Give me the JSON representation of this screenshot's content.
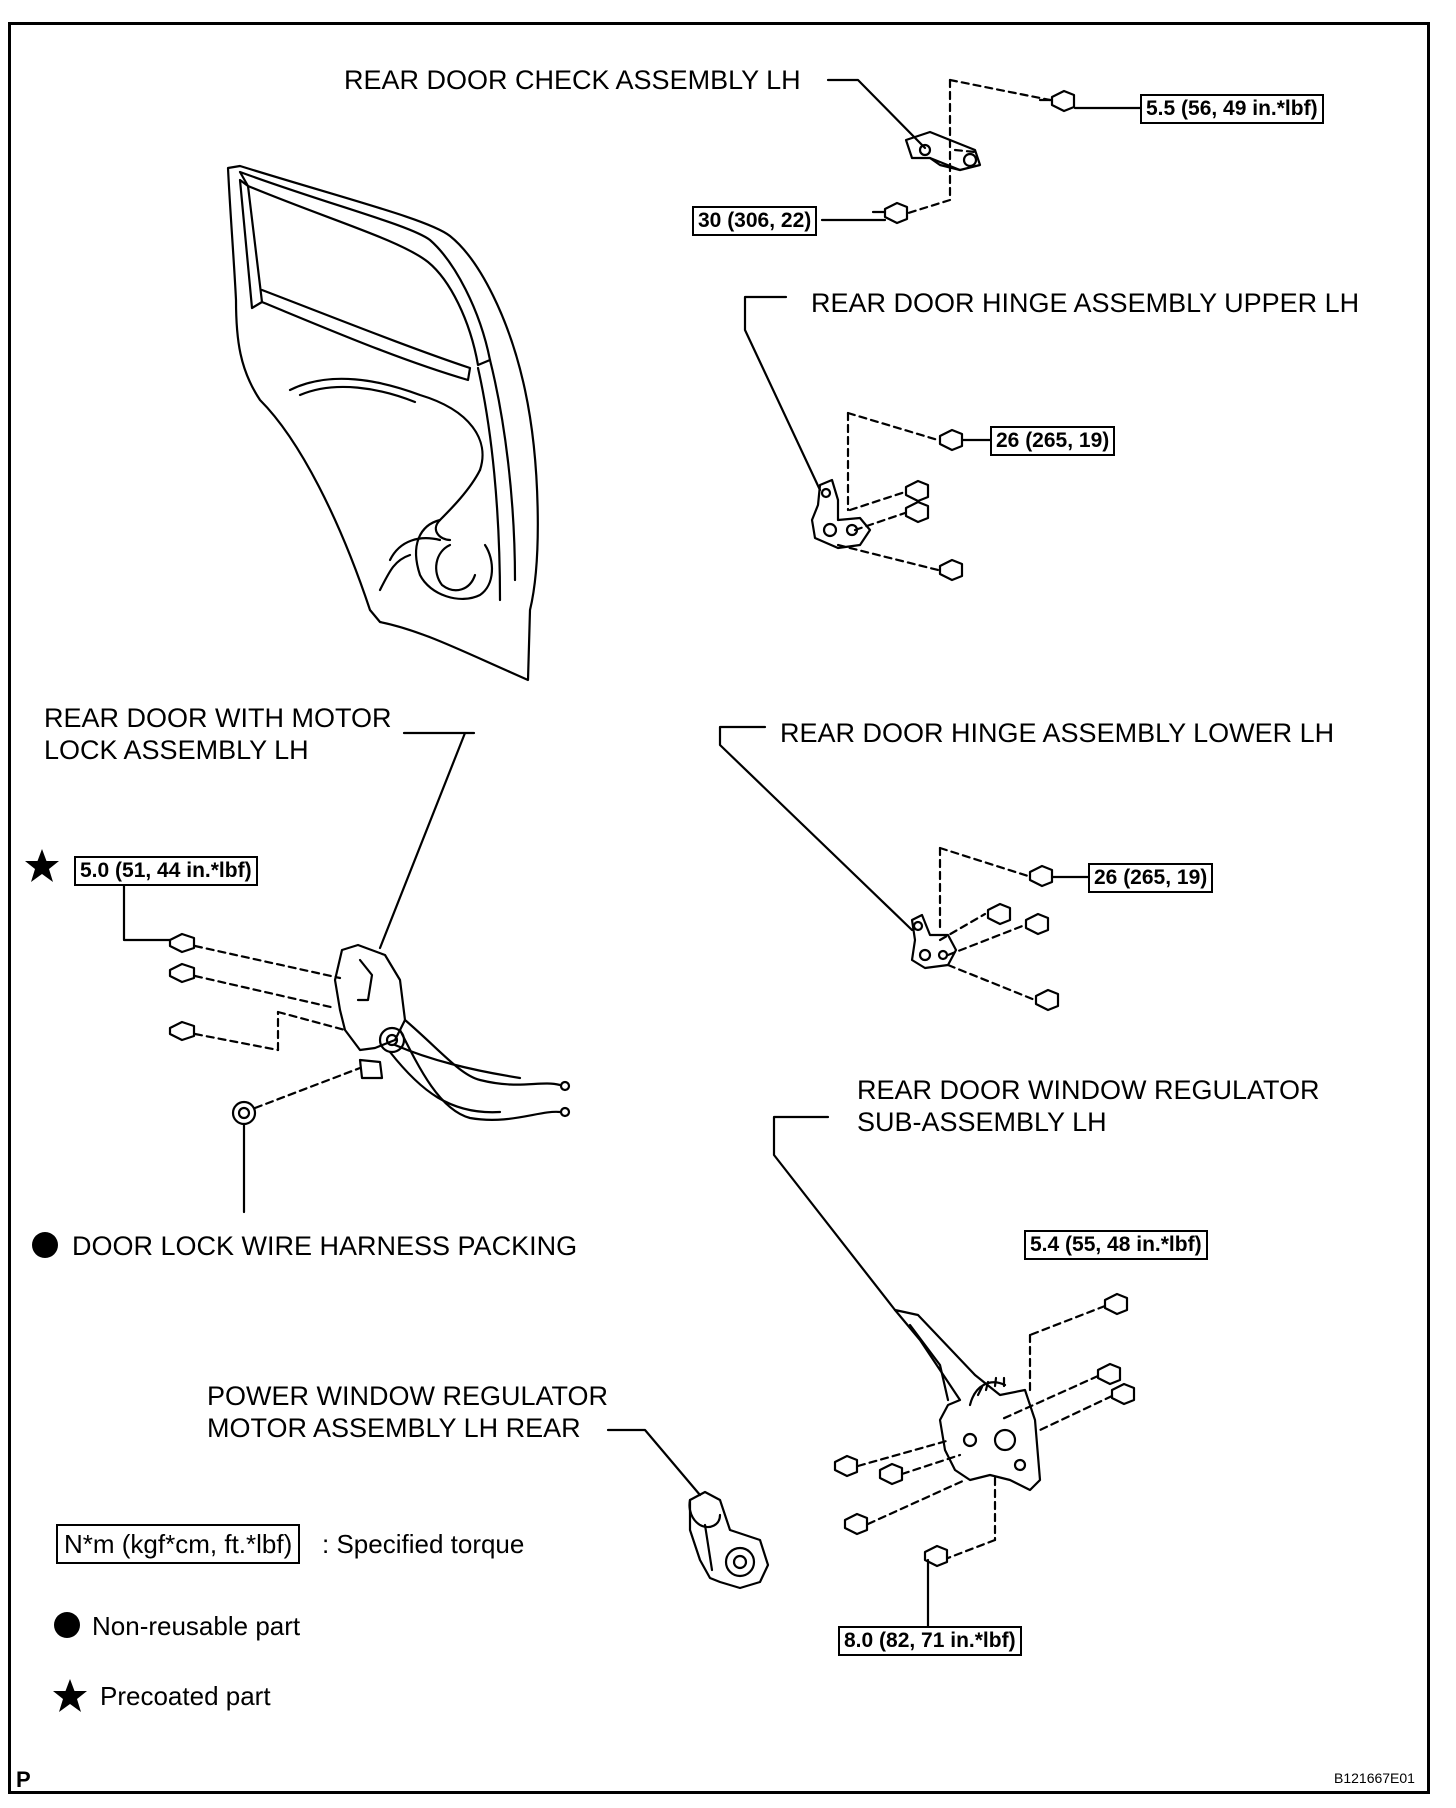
{
  "labels": {
    "check_assembly": "REAR DOOR CHECK ASSEMBLY LH",
    "hinge_upper": "REAR DOOR HINGE ASSEMBLY UPPER LH",
    "hinge_lower": "REAR DOOR HINGE ASSEMBLY LOWER LH",
    "motor_lock_line1": "REAR DOOR WITH MOTOR",
    "motor_lock_line2": "LOCK ASSEMBLY LH",
    "harness_packing": "DOOR LOCK WIRE HARNESS PACKING",
    "regulator_line1": "REAR DOOR WINDOW REGULATOR",
    "regulator_line2": "SUB-ASSEMBLY LH",
    "motor_line1": "POWER WINDOW REGULATOR",
    "motor_line2": "MOTOR ASSEMBLY LH REAR"
  },
  "torques": {
    "check_top": "5.5 (56, 49 in.*lbf)",
    "check_bottom": "30 (306, 22)",
    "hinge_upper": "26 (265, 19)",
    "hinge_lower": "26 (265, 19)",
    "lock": "5.0 (51, 44 in.*lbf)",
    "regulator_top": "5.4 (55, 48 in.*lbf)",
    "regulator_bottom": "8.0 (82, 71 in.*lbf)"
  },
  "legend": {
    "torque_units": "N*m (kgf*cm, ft.*lbf)",
    "torque_desc": ": Specified torque",
    "non_reusable": "Non-reusable part",
    "precoated": "Precoated part"
  },
  "footer": {
    "left": "P",
    "right": "B121667E01"
  }
}
